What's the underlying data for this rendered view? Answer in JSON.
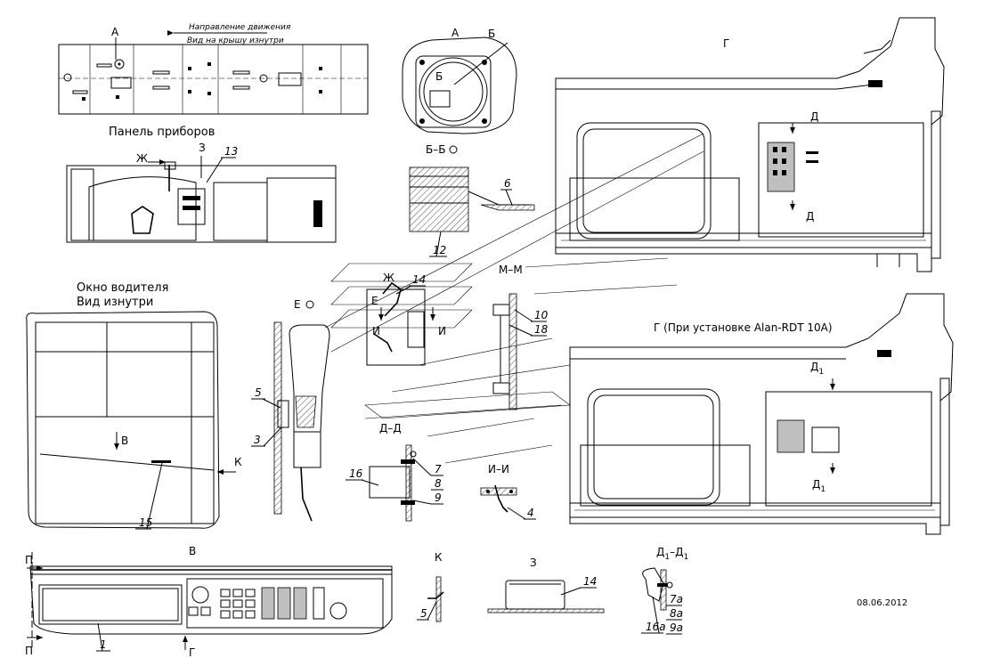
{
  "views": {
    "roof": {
      "letter": "А",
      "dir1": "Направление движения",
      "dir2": "Вид на крышу изнутри"
    },
    "view_a": {
      "letter": "А",
      "sec": "Б"
    },
    "section_bb": {
      "title": "Б–Б"
    },
    "panel": {
      "title": "Панель приборов",
      "mark_zh": "Ж",
      "mark_z": "З"
    },
    "window": {
      "title1": "Окно водителя",
      "title2": "Вид изнутри",
      "mark_v": "В",
      "mark_k": "К"
    },
    "zh": {
      "title": "Ж",
      "e": "Е",
      "i1": "И",
      "i2": "И"
    },
    "e": {
      "title": "Е"
    },
    "mm": {
      "title": "М–М"
    },
    "dd": {
      "title": "Д–Д"
    },
    "ii": {
      "title": "И–И"
    },
    "g": {
      "title": "Г",
      "d_top": "Д",
      "d_bot": "Д"
    },
    "g2": {
      "title": "Г (При установке Alan-RDT 10A)",
      "d1_top": "Д",
      "d1_top_sub": "1",
      "d1_bot": "Д",
      "d1_bot_sub": "1"
    },
    "v": {
      "title": "В",
      "p1": "П",
      "p2": "П",
      "g_mark": "Г"
    },
    "k": {
      "title": "К"
    },
    "z": {
      "title": "З"
    },
    "d1d1": {
      "title_a": "Д",
      "sub": "1",
      "dash": "–",
      "title_b": "Д"
    }
  },
  "callouts": [
    "1",
    "3",
    "4",
    "5",
    "5",
    "6",
    "7",
    "7а",
    "8",
    "8а",
    "9",
    "9а",
    "10",
    "12",
    "13",
    "14",
    "14",
    "15",
    "16",
    "16а",
    "18"
  ],
  "date": "08.06.2012"
}
